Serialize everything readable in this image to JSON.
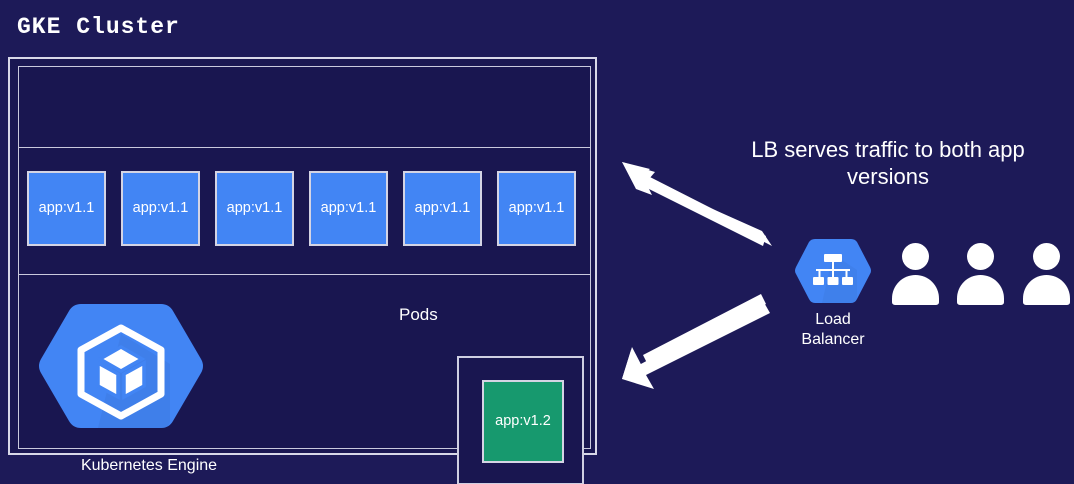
{
  "background_color": "#1d1a58",
  "cluster": {
    "title": "GKE Cluster",
    "pods_label": "Pods",
    "pods_v1": [
      {
        "label": "app:v1.1"
      },
      {
        "label": "app:v1.1"
      },
      {
        "label": "app:v1.1"
      },
      {
        "label": "app:v1.1"
      },
      {
        "label": "app:v1.1"
      },
      {
        "label": "app:v1.1"
      }
    ],
    "pod_v2": {
      "label": "app:v1.2"
    },
    "gke_logo_caption": "Kubernetes Engine",
    "pod_v1_color": "#4285f4",
    "pod_v2_color": "#17996e",
    "border_color": "#d8d8e8"
  },
  "right": {
    "caption": "LB serves traffic to both app versions",
    "load_balancer_label_line1": "Load",
    "load_balancer_label_line2": "Balancer",
    "load_balancer_color": "#4285f4",
    "arrow_color": "#ffffff",
    "users_count": 3
  }
}
